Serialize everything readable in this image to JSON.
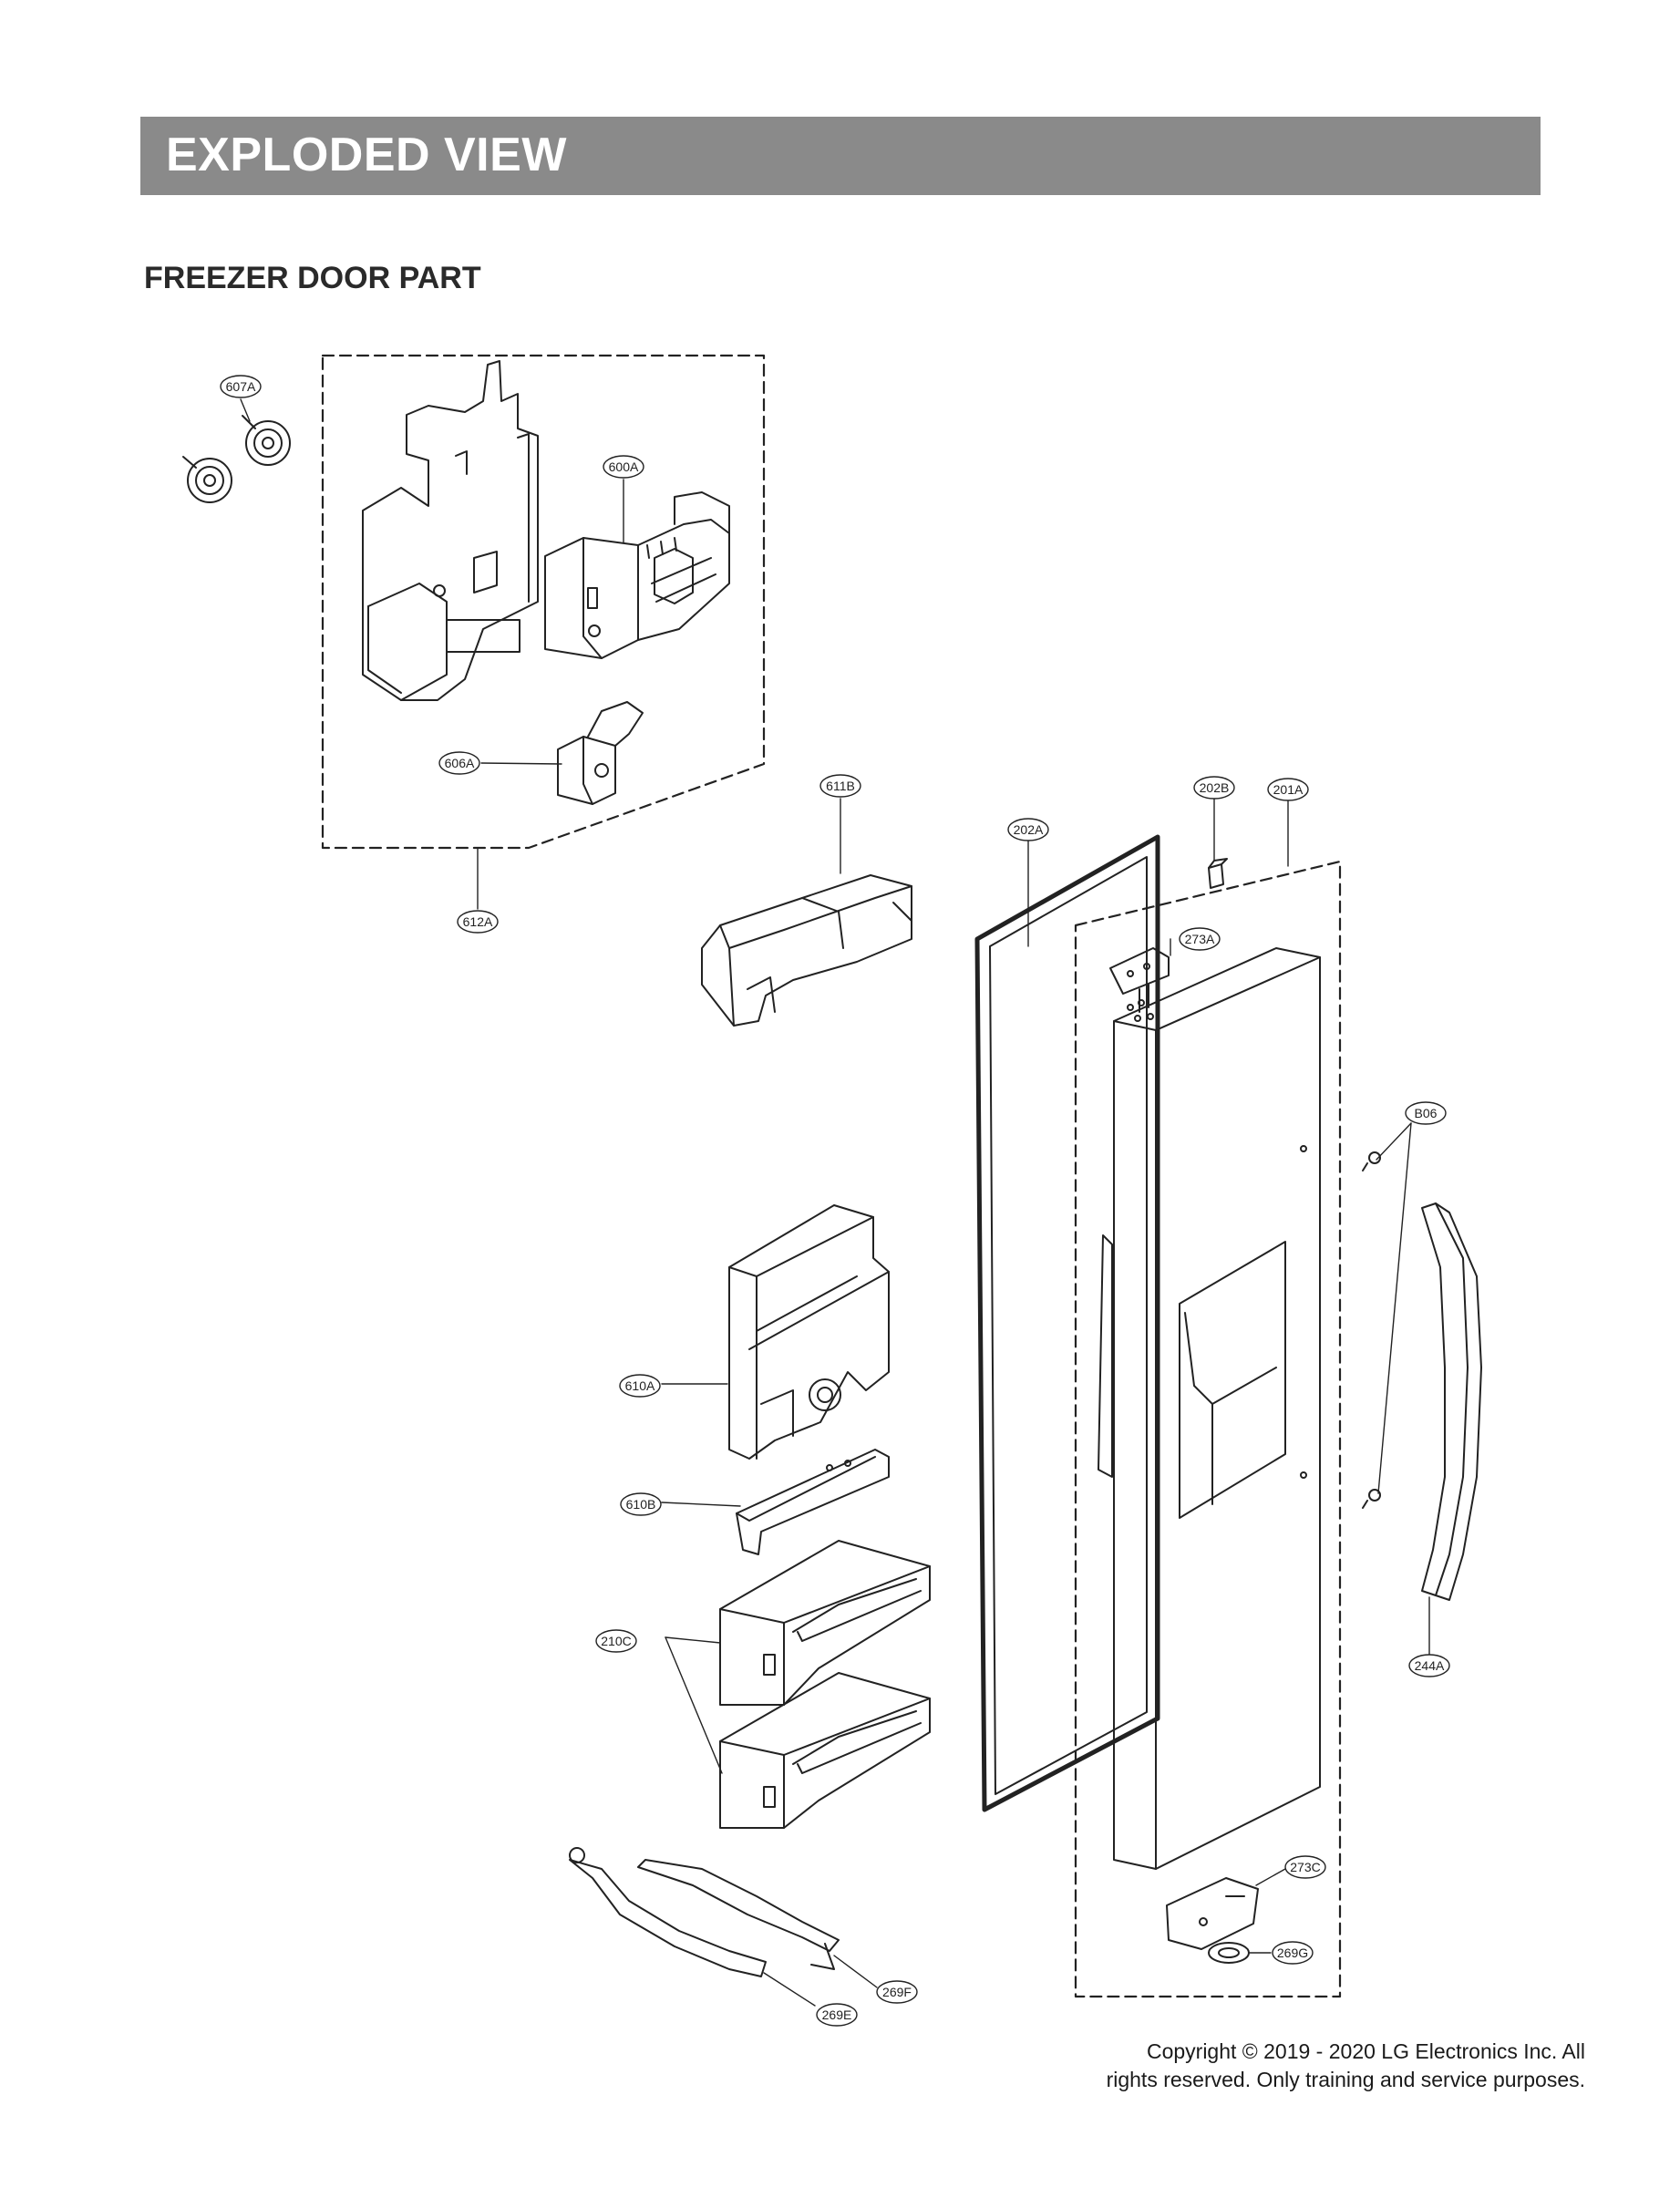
{
  "header": {
    "title": "EXPLODED VIEW"
  },
  "section": {
    "title": "FREEZER DOOR PART"
  },
  "callouts": [
    {
      "id": "607A",
      "label": "607A"
    },
    {
      "id": "600A",
      "label": "600A"
    },
    {
      "id": "606A",
      "label": "606A"
    },
    {
      "id": "612A",
      "label": "612A"
    },
    {
      "id": "611B",
      "label": "611B"
    },
    {
      "id": "202A",
      "label": "202A"
    },
    {
      "id": "202B",
      "label": "202B"
    },
    {
      "id": "201A",
      "label": "201A"
    },
    {
      "id": "273A",
      "label": "273A"
    },
    {
      "id": "B06",
      "label": "B06"
    },
    {
      "id": "610A",
      "label": "610A"
    },
    {
      "id": "610B",
      "label": "610B"
    },
    {
      "id": "210C",
      "label": "210C"
    },
    {
      "id": "244A",
      "label": "244A"
    },
    {
      "id": "273C",
      "label": "273C"
    },
    {
      "id": "269G",
      "label": "269G"
    },
    {
      "id": "269F",
      "label": "269F"
    },
    {
      "id": "269E",
      "label": "269E"
    }
  ],
  "footer": {
    "copyright_line1": "Copyright © 2019 - 2020 LG Electronics Inc. All",
    "copyright_line2": "rights reserved. Only training and service purposes."
  }
}
